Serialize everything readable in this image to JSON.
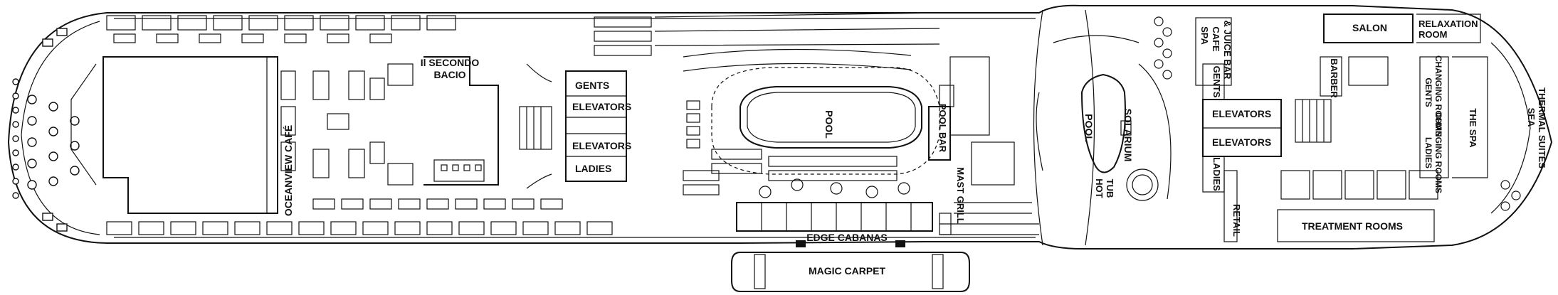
{
  "deck_map": {
    "colors": {
      "line": "#111111",
      "background": "#ffffff"
    },
    "labels": {
      "oceanview_cafe": "OCEANVIEW CAFÉ",
      "il_secondo_bacio": [
        "Il SECONDO",
        "BACIO"
      ],
      "gents_fwd": "GENTS",
      "elevators_fwd_1": "ELEVATORS",
      "elevators_fwd_2": "ELEVATORS",
      "ladies_fwd": "LADIES",
      "pool_main": "POOL",
      "pool_bar": "POOL BAR",
      "mast_grill": "MAST GRILL",
      "edge_cabanas": "EDGE CABANAS",
      "magic_carpet": "MAGIC CARPET",
      "solarium": "SOLARIUM",
      "pool_solarium": "POOL",
      "hot_tub": [
        "HOT",
        "TUB"
      ],
      "spa_cafe": [
        "SPA",
        "CAFE",
        "& JUICE BAR"
      ],
      "gents_aft": "GENTS",
      "elevators_aft_1": "ELEVATORS",
      "elevators_aft_2": "ELEVATORS",
      "ladies_aft": "LADIES",
      "retail": "RETAIL",
      "salon": "SALON",
      "relaxation_room": [
        "RELAXATION",
        "ROOM"
      ],
      "barber": "BARBER",
      "gents_changing": [
        "GENTS",
        "CHANGING ROOMS"
      ],
      "ladies_changing": [
        "LADIES",
        "CHANGING ROOMS"
      ],
      "the_spa": "THE SPA",
      "sea_thermal_suites": [
        "SEA",
        "THERMAL SUITES"
      ],
      "treatment_rooms": "TREATMENT ROOMS"
    }
  }
}
